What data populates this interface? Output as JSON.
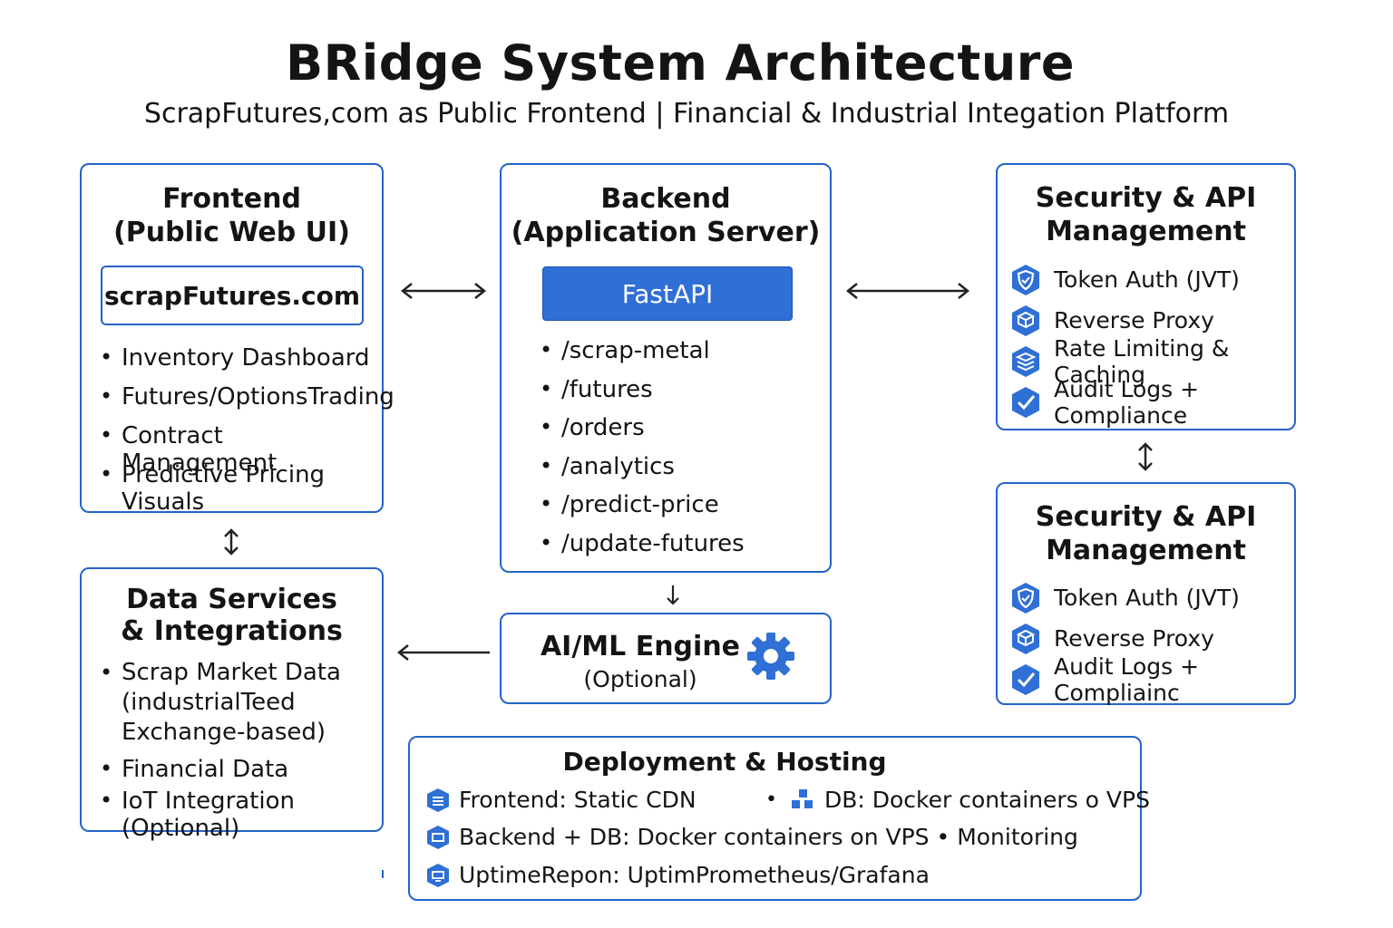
{
  "header": {
    "title": "BRidge System Architecture",
    "subtitle": "ScrapFutures,com as Public Frontend | Financial & Industrial Integation Platform"
  },
  "frontend": {
    "title_line1": "Frontend",
    "title_line2": "(Public Web UI)",
    "domain": "scrapFutures.com",
    "items": [
      "Inventory Dashboard",
      "Futures/OptionsTrading",
      "Contract Management",
      "Predictive Pricing Visuals"
    ]
  },
  "backend": {
    "title_line1": "Backend",
    "title_line2": "(Application Server)",
    "framework": "FastAPI",
    "endpoints": [
      "/scrap-metal",
      "/futures",
      "/orders",
      "/analytics",
      "/predict-price",
      "/update-futures"
    ]
  },
  "security_top": {
    "title_line1": "Security & API",
    "title_line2": "Management",
    "items": [
      {
        "icon": "shield-icon",
        "label": "Token Auth (JVT)"
      },
      {
        "icon": "proxy-icon",
        "label": "Reverse Proxy"
      },
      {
        "icon": "layers-icon",
        "label": "Rate Limiting & Caching"
      },
      {
        "icon": "check-icon",
        "label": "Audit Logs + Compliance"
      }
    ]
  },
  "security_bottom": {
    "title_line1": "Security & API",
    "title_line2": "Management",
    "items": [
      {
        "icon": "shield-icon",
        "label": "Token Auth (JVT)"
      },
      {
        "icon": "proxy-icon",
        "label": "Reverse Proxy"
      },
      {
        "icon": "check-icon",
        "label": "Audit Logs + Compliainc"
      }
    ]
  },
  "data_services": {
    "title_line1": "Data Services",
    "title_line2": "& Integrations",
    "items": [
      "Scrap Market Data",
      "Financial Data",
      "IoT Integration (Optional)"
    ],
    "scrap_detail_line1": "(industrialTeed",
    "scrap_detail_line2": "Exchange-based)"
  },
  "ai_engine": {
    "title": "AI/ML Engine",
    "subtitle": "(Optional)",
    "icon": "gear-icon"
  },
  "deployment": {
    "title": "Deployment & Hosting",
    "rows": [
      {
        "icon": "cdn-icon",
        "label": "Frontend: Static CDN"
      },
      {
        "icon": "server-icon",
        "label": "Backend + DB: Docker containers on VPS • Monitoring"
      },
      {
        "icon": "monitor-icon",
        "label": "UptimeRepon: UptimPrometheus/Grafana"
      }
    ],
    "side_item": {
      "icon": "blocks-icon",
      "label": "DB: Docker containers o VPS"
    }
  },
  "colors": {
    "accent": "#2463c9",
    "button": "#2f6fd6",
    "text": "#141414"
  }
}
